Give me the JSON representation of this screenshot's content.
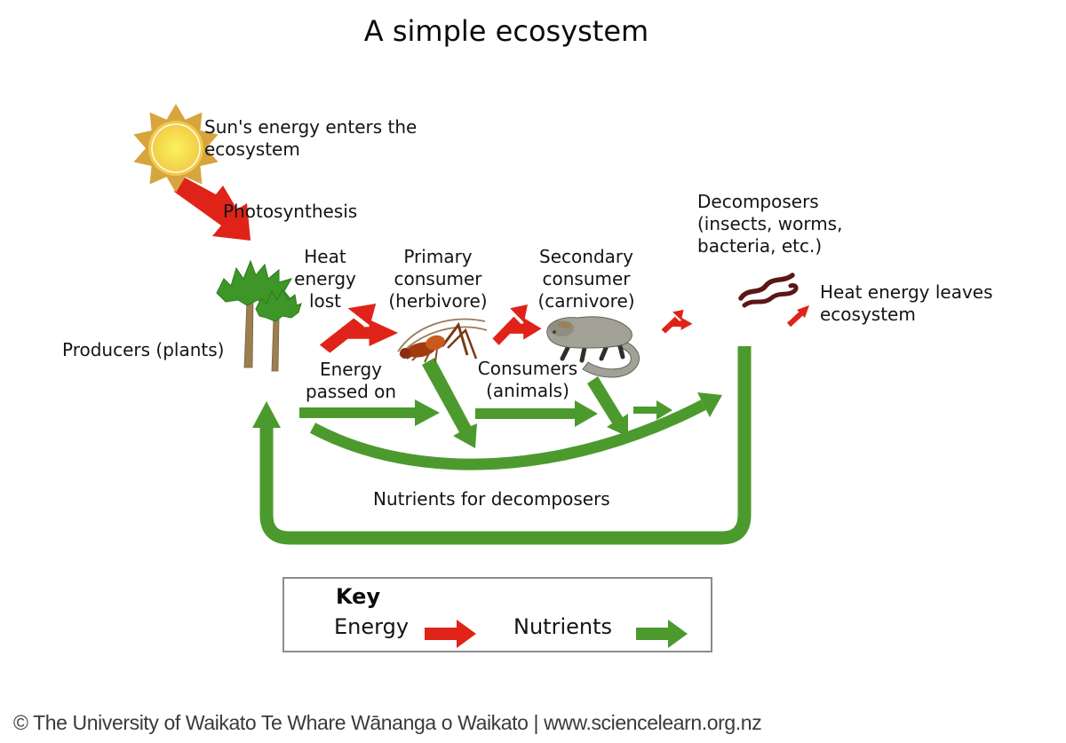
{
  "title": "A simple ecosystem",
  "labels": {
    "sun": "Sun's energy enters the\necosystem",
    "photosynthesis": "Photosynthesis",
    "heat_lost": "Heat\nenergy\nlost",
    "primary_consumer": "Primary\nconsumer\n(herbivore)",
    "secondary_consumer": "Secondary\nconsumer\n(carnivore)",
    "decomposers": "Decomposers\n(insects, worms,\nbacteria, etc.)",
    "heat_leaves": "Heat energy leaves\necosystem",
    "producers": "Producers (plants)",
    "energy_passed": "Energy\npassed on",
    "consumers": "Consumers\n(animals)",
    "nutrients_decomposers": "Nutrients for decomposers"
  },
  "key": {
    "title": "Key",
    "energy": "Energy",
    "nutrients": "Nutrients"
  },
  "footer": "© The University of Waikato Te Whare Wānanga o Waikato | www.sciencelearn.org.nz",
  "icons": {
    "sun": "sun-icon",
    "photosynthesis_arrow": "red-jagged-arrow-down-right",
    "energy_branch_arrow": "red-arrow-branching-up-and-right",
    "heat_exit_arrow": "small-red-arrow-up-right",
    "nutrient_arrow": "green-arrow",
    "producers": "two-cabbage-tree-plants",
    "primary_consumer": "insect-weta",
    "secondary_consumer": "gray-lizard-tuatara",
    "decomposers": "two-dark-worms"
  },
  "colors": {
    "energy": "#e02318",
    "nutrient": "#4c9a2e",
    "sun_ray": "#d8a43e",
    "sun_core_light": "#fbf25c",
    "sun_core": "#eec041",
    "worm": "#5c1616",
    "text": "#141414",
    "footer_text": "#3a3a3a",
    "key_border": "#8c8c8c"
  }
}
